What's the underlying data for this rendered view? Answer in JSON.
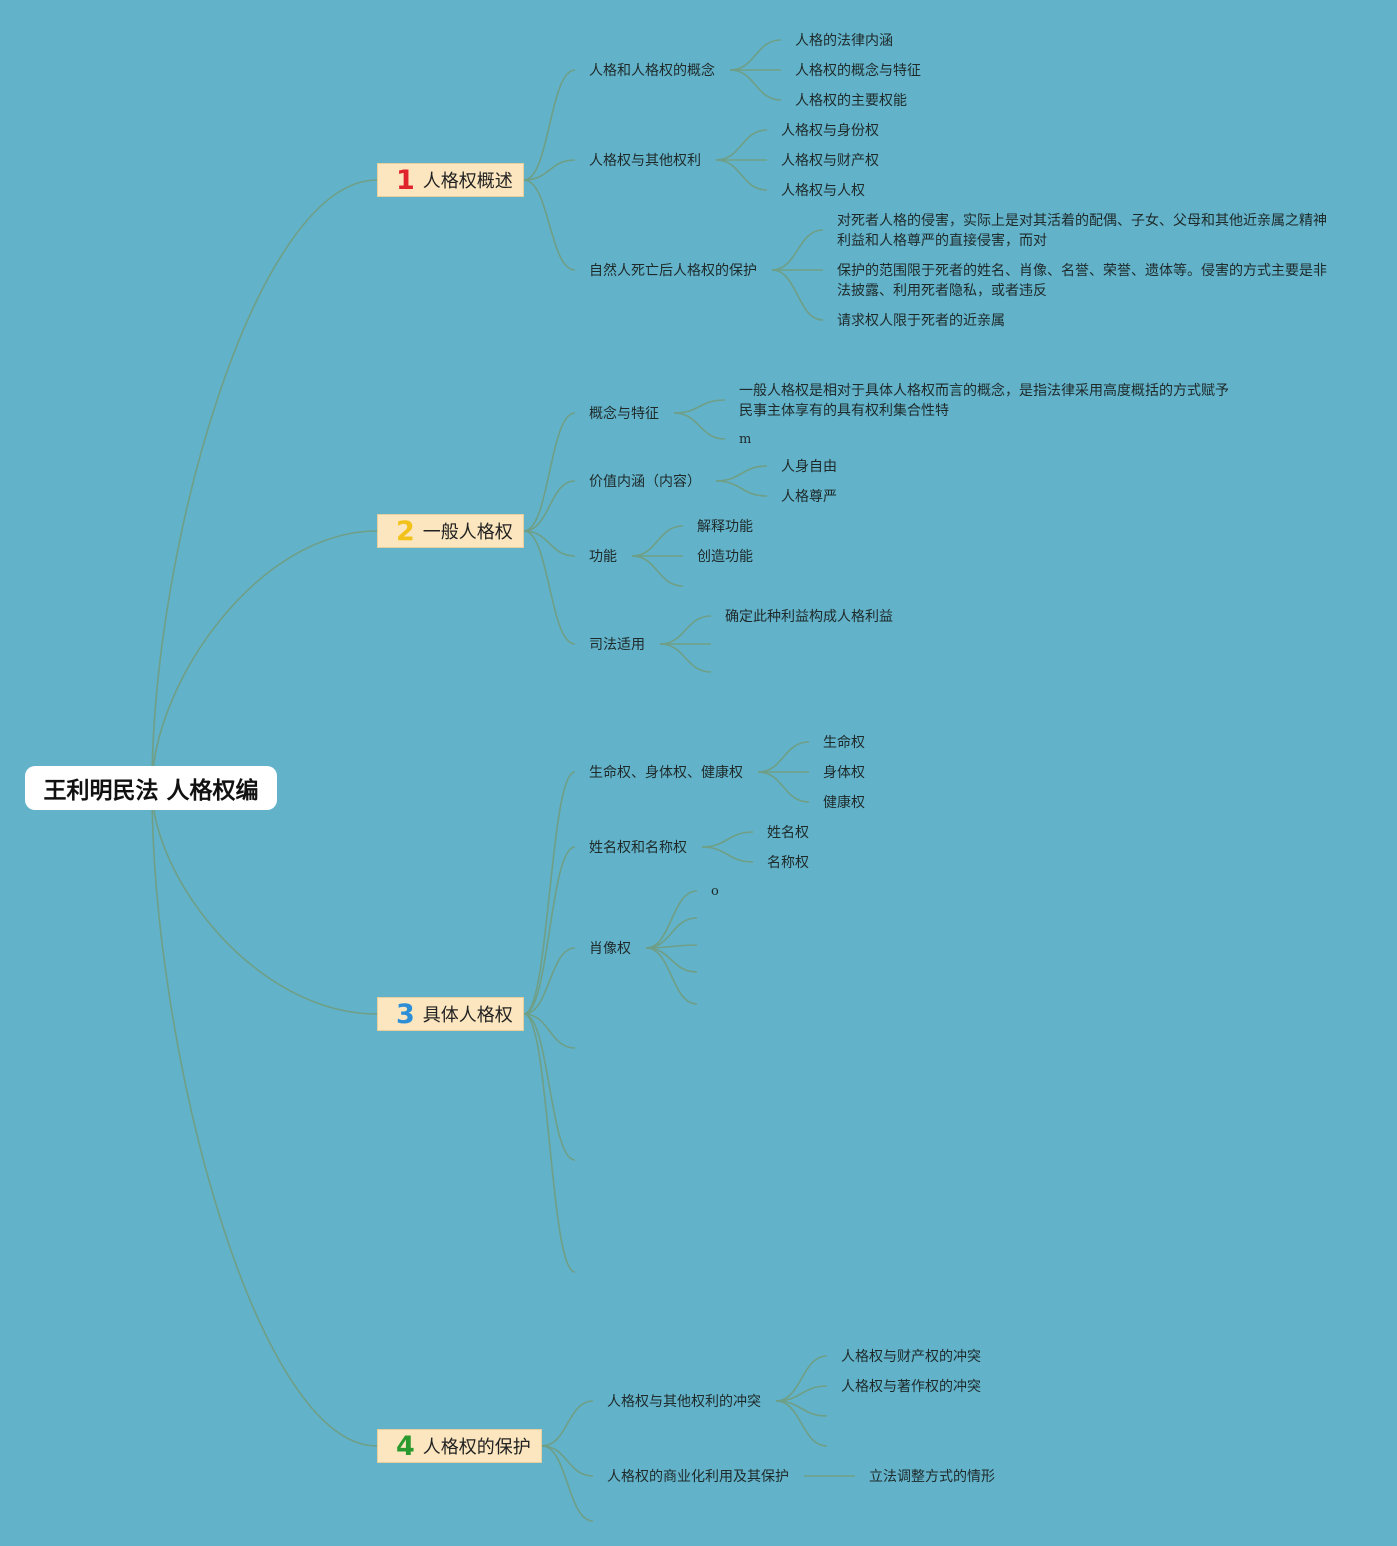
{
  "root": {
    "title": "王利明民法 人格权编"
  },
  "branches": [
    {
      "num": "1",
      "num_color": "#e0242b",
      "label": "人格权概述",
      "subs": [
        {
          "label": "人格和人格权的概念",
          "leaves": [
            "人格的法律内涵",
            "人格权的概念与特征",
            "人格权的主要权能"
          ]
        },
        {
          "label": "人格权与其他权利",
          "leaves": [
            "人格权与身份权",
            "人格权与财产权",
            "人格权与人权"
          ]
        },
        {
          "label": "自然人死亡后人格权的保护",
          "leaves": [
            "对死者人格的侵害，实际上是对其活着的配偶、子女、父母和其他近亲属之精神利益和人格尊严的直接侵害，而对",
            "保护的范围限于死者的姓名、肖像、名誉、荣誉、遗体等。侵害的方式主要是非法披露、利用死者隐私，或者违反",
            "请求权人限于死者的近亲属"
          ]
        }
      ]
    },
    {
      "num": "2",
      "num_color": "#f2c21b",
      "label": "一般人格权",
      "subs": [
        {
          "label": "概念与特征",
          "leaves": [
            "一般人格权是相对于具体人格权而言的概念，是指法律采用高度概括的方式赋予民事主体享有的具有权利集合性特",
            "m"
          ]
        },
        {
          "label": "价值内涵（内容）",
          "leaves": [
            "人身自由",
            "人格尊严"
          ]
        },
        {
          "label": "功能",
          "leaves": [
            "解释功能",
            "创造功能",
            ""
          ]
        },
        {
          "label": "司法适用",
          "leaves": [
            "确定此种利益构成人格利益",
            "",
            ""
          ]
        }
      ]
    },
    {
      "num": "3",
      "num_color": "#2c8ed6",
      "label": "具体人格权",
      "subs": [
        {
          "label": "生命权、身体权、健康权",
          "leaves": [
            "生命权",
            "身体权",
            "健康权"
          ]
        },
        {
          "label": "姓名权和名称权",
          "leaves": [
            "姓名权",
            "名称权"
          ]
        },
        {
          "label": "肖像权",
          "leaves": [
            "o",
            "",
            "",
            "",
            ""
          ]
        },
        {
          "label": "",
          "leaves": []
        },
        {
          "label": "",
          "leaves": []
        },
        {
          "label": "",
          "leaves": []
        }
      ]
    },
    {
      "num": "4",
      "num_color": "#2a9a2e",
      "label": "人格权的保护",
      "subs": [
        {
          "label": "人格权与其他权利的冲突",
          "leaves": [
            "人格权与财产权的冲突",
            "人格权与著作权的冲突",
            ""
          ]
        },
        {
          "label": "人格权的商业化利用及其保护",
          "leaves": [
            "立法调整方式的情形"
          ]
        },
        {
          "label": "",
          "leaves": []
        }
      ]
    }
  ],
  "colors": {
    "background": "#62b2c9",
    "line": "#6f9f86",
    "branch_fill": "#fbe6bf"
  }
}
